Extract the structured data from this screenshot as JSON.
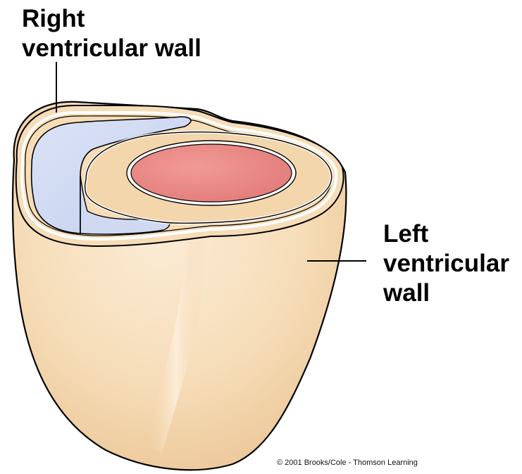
{
  "labels": {
    "right_ventricle": {
      "line1": "Right",
      "line2": "ventricular wall"
    },
    "left_ventricle": {
      "line1": "Left",
      "line2": "ventricular",
      "line3": "wall"
    }
  },
  "copyright": "© 2001 Brooks/Cole - Thomson Learning",
  "colors": {
    "myocardium": "#f6ddb8",
    "myocardium_shadow": "#ecc595",
    "myocardium_highlight": "#fbecd6",
    "right_ventricle_cavity": "#cfd9f2",
    "left_ventricle_cavity": "#ea8683",
    "outline": "#000000",
    "leader_line": "#000000"
  }
}
